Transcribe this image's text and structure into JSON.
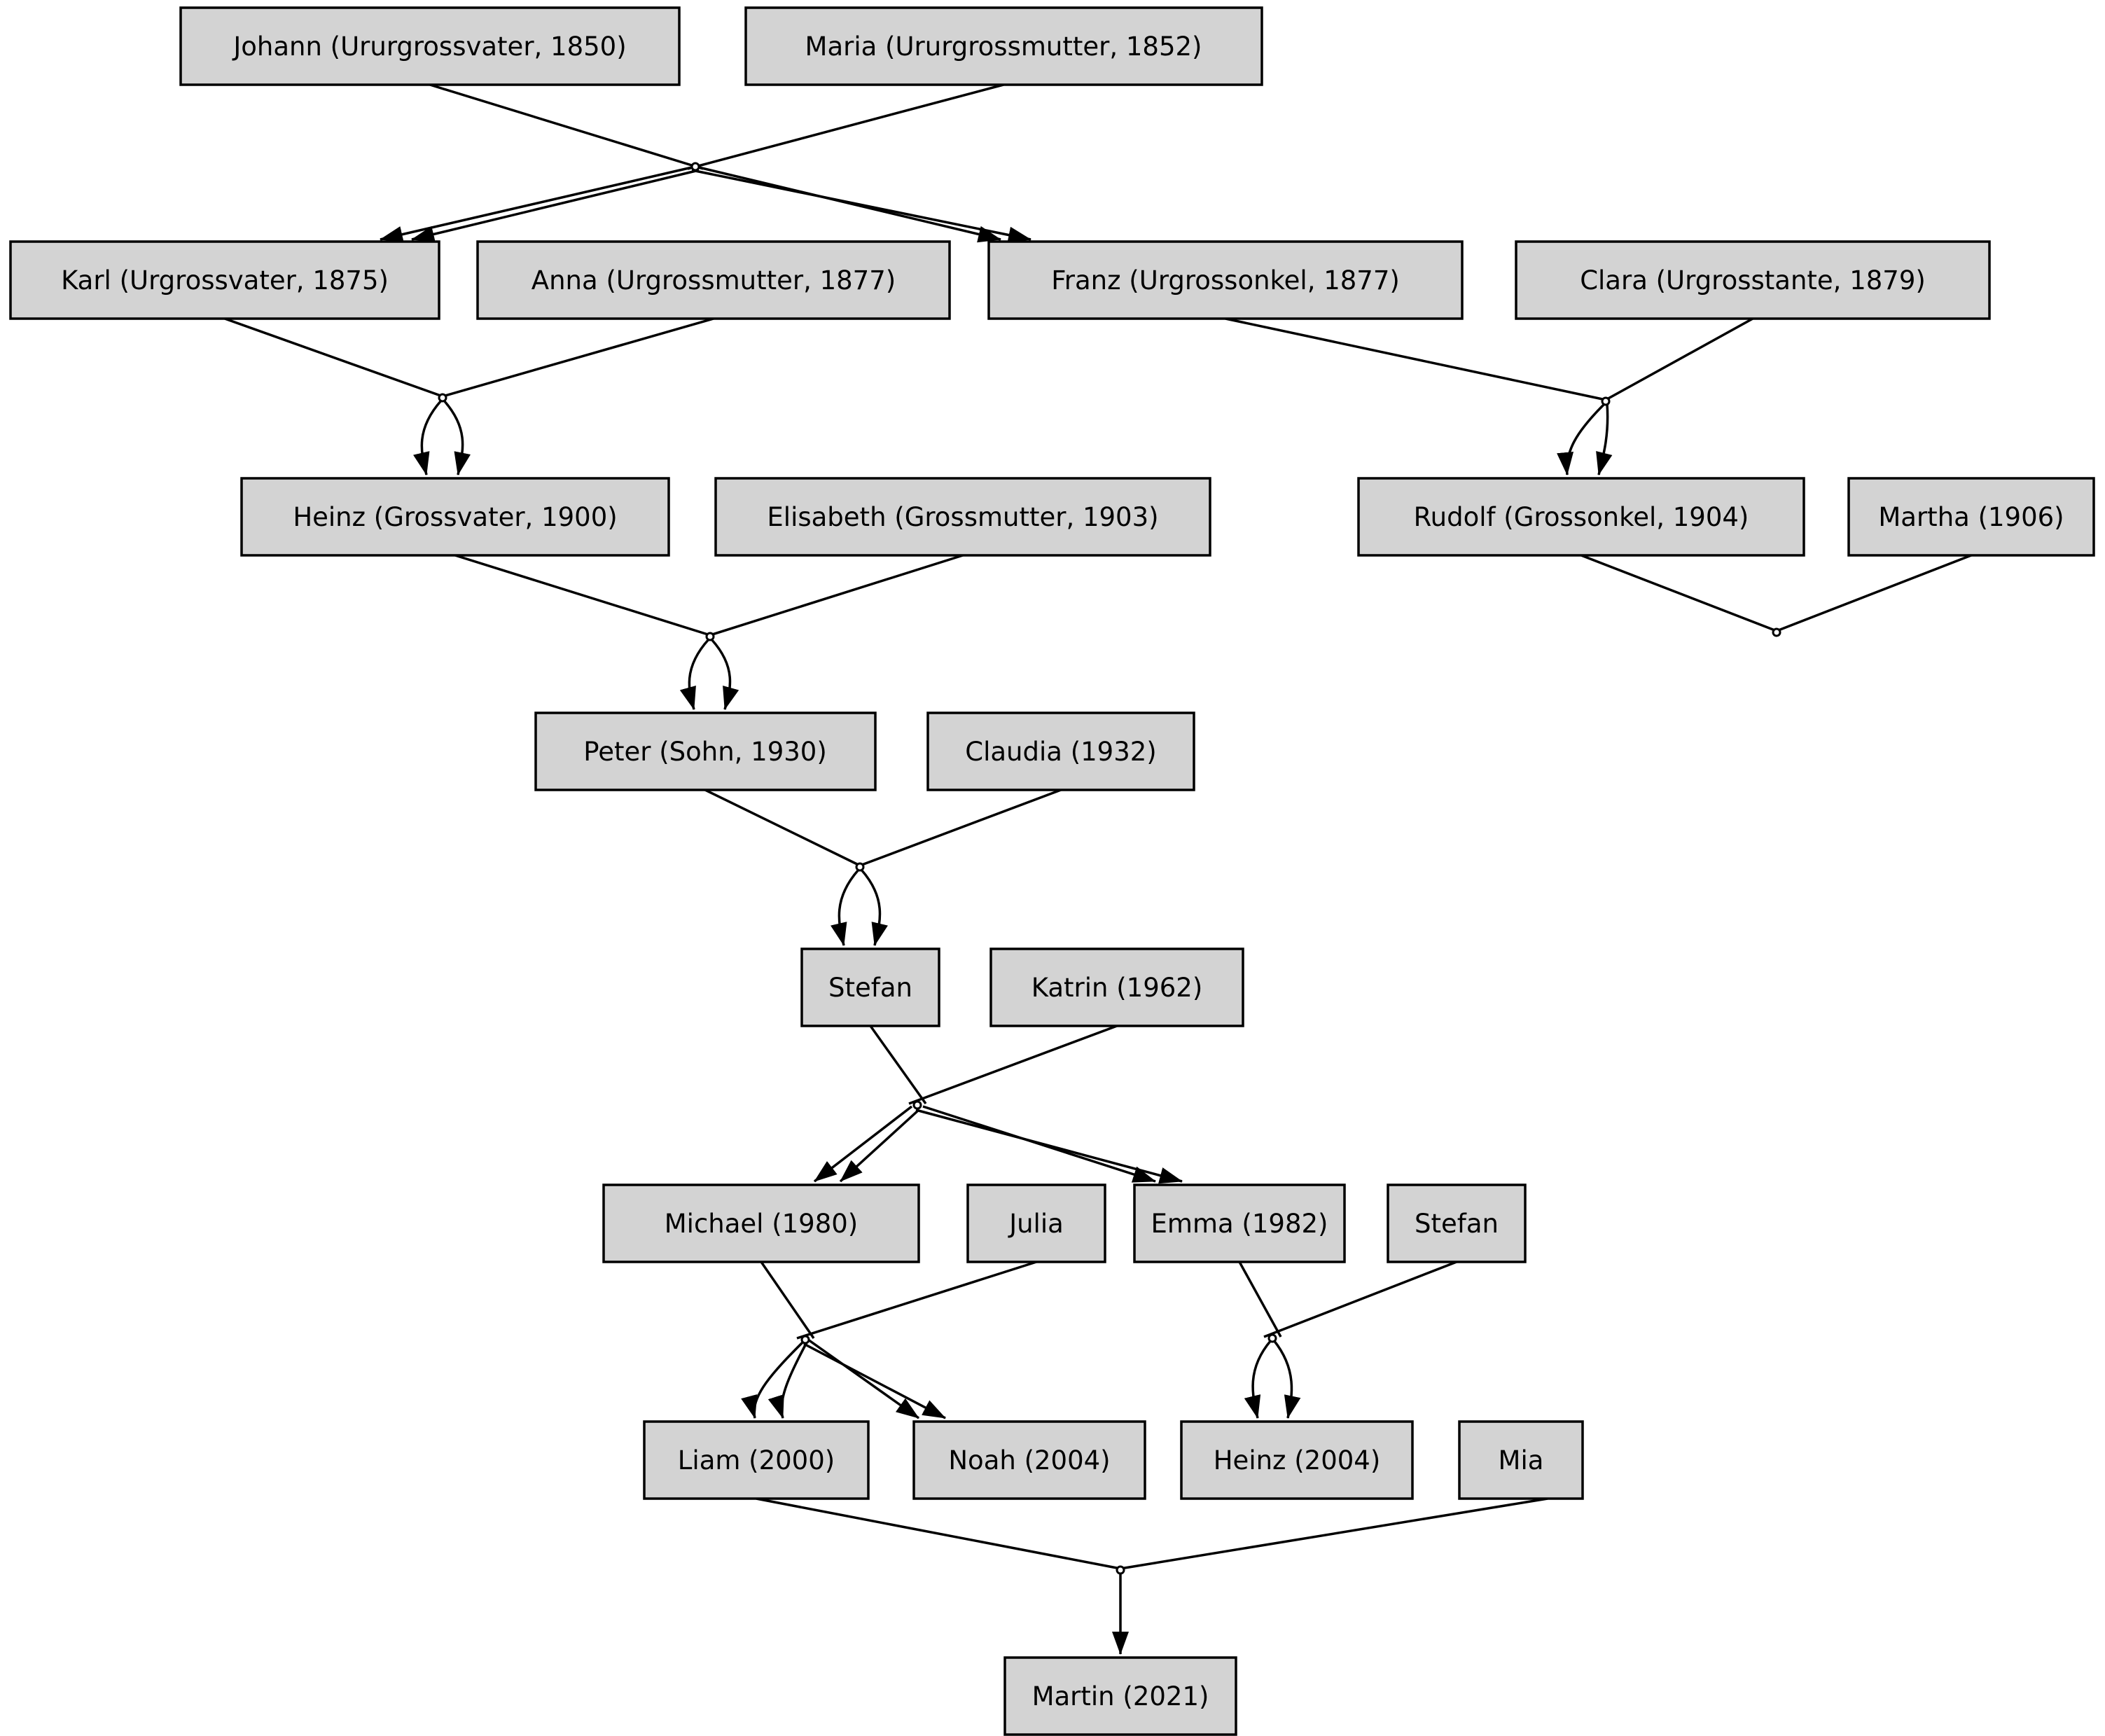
{
  "diagram": {
    "kind": "family-tree",
    "background_color": "#ffffff",
    "node_fill_color": "#d3d3d3",
    "node_border_color": "#000000",
    "text_color": "#000000",
    "edge_color": "#000000"
  },
  "nodes": {
    "johann": {
      "label": "Johann (Ururgrossvater, 1850)"
    },
    "maria": {
      "label": "Maria (Ururgrossmutter, 1852)"
    },
    "karl": {
      "label": "Karl (Urgrossvater, 1875)"
    },
    "anna": {
      "label": "Anna (Urgrossmutter, 1877)"
    },
    "franz": {
      "label": "Franz (Urgrossonkel, 1877)"
    },
    "clara": {
      "label": "Clara (Urgrosstante, 1879)"
    },
    "heinz": {
      "label": "Heinz (Grossvater, 1900)"
    },
    "elisabeth": {
      "label": "Elisabeth (Grossmutter, 1903)"
    },
    "rudolf": {
      "label": "Rudolf (Grossonkel, 1904)"
    },
    "martha": {
      "label": "Martha (1906)"
    },
    "peter": {
      "label": "Peter (Sohn, 1930)"
    },
    "claudia": {
      "label": "Claudia (1932)"
    },
    "stefan1": {
      "label": "Stefan"
    },
    "katrin": {
      "label": "Katrin (1962)"
    },
    "michael": {
      "label": "Michael (1980)"
    },
    "julia": {
      "label": "Julia"
    },
    "emma": {
      "label": "Emma (1982)"
    },
    "stefan2": {
      "label": "Stefan"
    },
    "liam": {
      "label": "Liam (2000)"
    },
    "noah": {
      "label": "Noah (2004)"
    },
    "heinz04": {
      "label": "Heinz (2004)"
    },
    "mia": {
      "label": "Mia"
    },
    "martin": {
      "label": "Martin (2021)"
    }
  },
  "unions": [
    {
      "parents": [
        "johann",
        "maria"
      ],
      "children": [
        "karl",
        "franz"
      ]
    },
    {
      "parents": [
        "karl",
        "anna"
      ],
      "children": [
        "heinz"
      ]
    },
    {
      "parents": [
        "franz",
        "clara"
      ],
      "children": [
        "rudolf"
      ]
    },
    {
      "parents": [
        "heinz",
        "elisabeth"
      ],
      "children": [
        "peter"
      ]
    },
    {
      "parents": [
        "rudolf",
        "martha"
      ],
      "children": []
    },
    {
      "parents": [
        "peter",
        "claudia"
      ],
      "children": [
        "stefan1"
      ]
    },
    {
      "parents": [
        "stefan1",
        "katrin"
      ],
      "children": [
        "michael",
        "emma"
      ]
    },
    {
      "parents": [
        "michael",
        "julia"
      ],
      "children": [
        "liam",
        "noah"
      ]
    },
    {
      "parents": [
        "emma",
        "stefan2"
      ],
      "children": [
        "heinz04"
      ]
    },
    {
      "parents": [
        "liam",
        "mia"
      ],
      "children": [
        "martin"
      ]
    }
  ]
}
